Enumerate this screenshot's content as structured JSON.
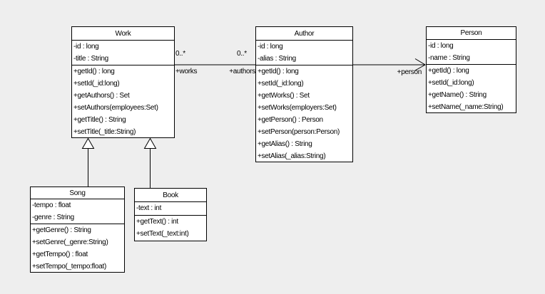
{
  "diagram": {
    "kind": "uml-class-diagram",
    "background_color": "#eeeeee",
    "box_fill_color": "#ffffff",
    "line_color": "#000000",
    "text_color": "#000000"
  },
  "classes": [
    {
      "name": "Work",
      "attributes": [
        "-id : long",
        "-title : String"
      ],
      "methods": [
        "+getId() : long",
        "+setId(_id:long)",
        "+getAuthors() : Set",
        "+setAuthors(employees:Set)",
        "+getTitle() : String",
        "+setTitle(_title:String)"
      ]
    },
    {
      "name": "Author",
      "attributes": [
        "-id : long",
        "-alias : String"
      ],
      "methods": [
        "+getId() : long",
        "+setId(_id:long)",
        "+getWorks() : Set",
        "+setWorks(employers:Set)",
        "+getPerson() : Person",
        "+setPerson(person:Person)",
        "+getAlias() : String",
        "+setAlias(_alias:String)"
      ]
    },
    {
      "name": "Person",
      "attributes": [
        "-id : long",
        "-name : String"
      ],
      "methods": [
        "+getId() : long",
        "+setId(_id:long)",
        "+getName() : String",
        "+setName(_name:String)"
      ]
    },
    {
      "name": "Song",
      "attributes": [
        "-tempo : float",
        "-genre : String"
      ],
      "methods": [
        "+getGenre() : String",
        "+setGenre(_genre:String)",
        "+getTempo() : float",
        "+setTempo(_tempo:float)"
      ]
    },
    {
      "name": "Book",
      "attributes": [
        "-text : int"
      ],
      "methods": [
        "+getText() : int",
        "+setText(_text:int)"
      ]
    }
  ],
  "associations": {
    "work_author": {
      "work_end_multiplicity": "0..*",
      "author_end_multiplicity": "0..*",
      "work_end_role": "+works",
      "author_end_role": "+authors"
    },
    "author_person": {
      "person_end_role": "+person"
    }
  }
}
